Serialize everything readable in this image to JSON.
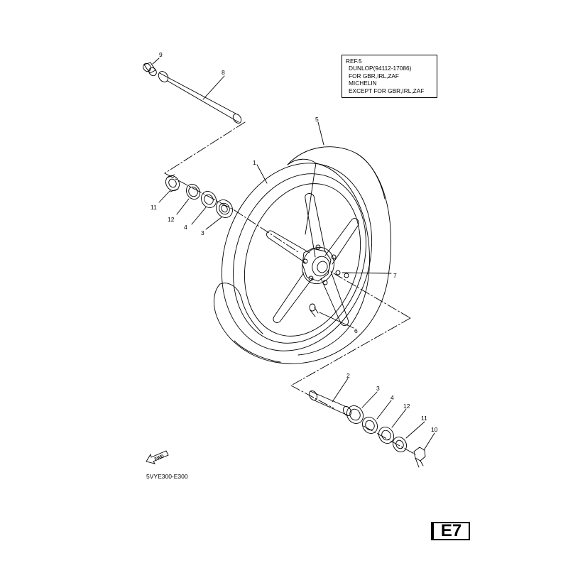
{
  "diagram": {
    "page_code": "E7",
    "drawing_code": "5VYE300-E300",
    "fwd_label": "FWD",
    "reference_note": {
      "lines": [
        "REF.5",
        "DUNLOP(94112-17086)",
        "FOR GBR,IRL,ZAF",
        "MICHELIN",
        "EXCEPT FOR GBR,IRL,ZAF"
      ]
    },
    "callouts": {
      "part_1": "1",
      "part_2": "2",
      "part_3_upper": "3",
      "part_3_lower": "3",
      "part_4_upper": "4",
      "part_4_lower": "4",
      "part_5": "5",
      "part_6": "6",
      "part_7": "7",
      "part_8": "8",
      "part_9": "9",
      "part_10": "10",
      "part_11_upper": "11",
      "part_11_lower": "11",
      "part_12_upper": "12",
      "part_12_lower": "12"
    }
  }
}
